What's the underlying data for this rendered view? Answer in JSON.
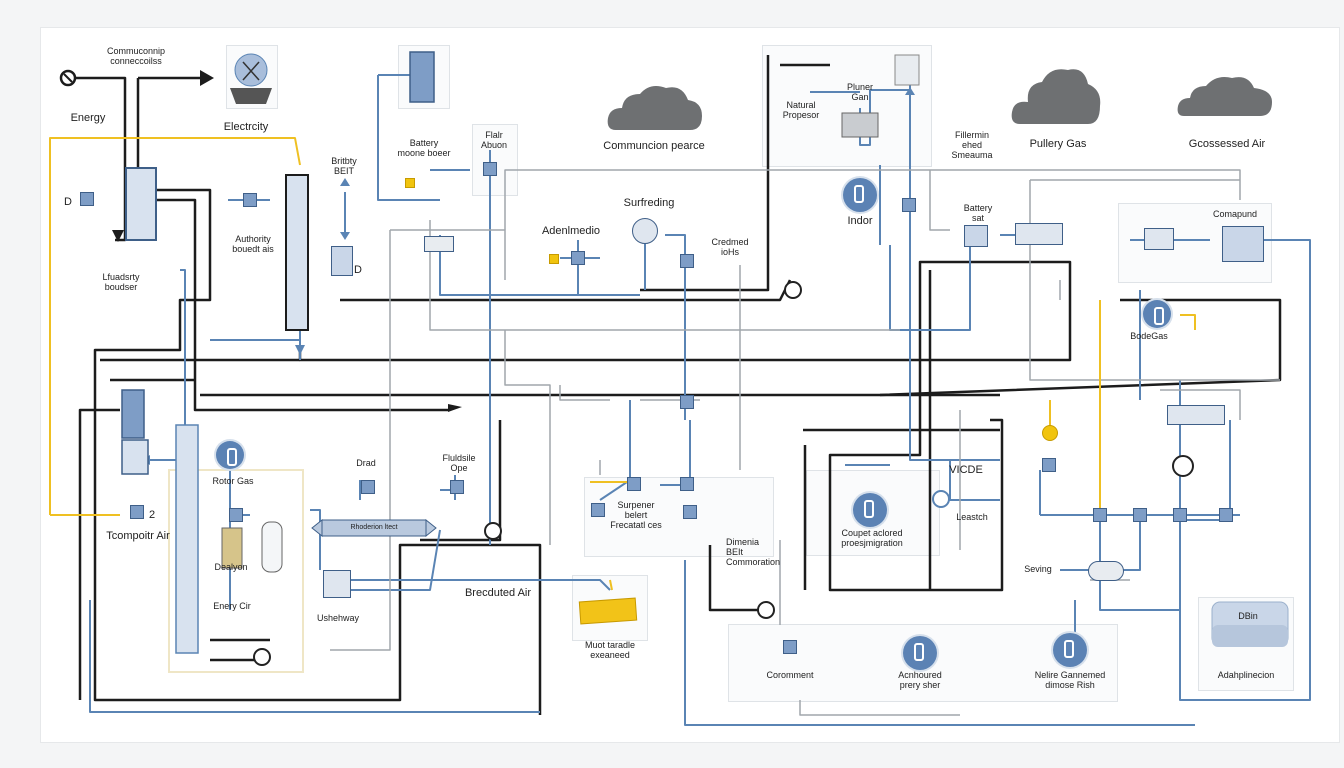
{
  "diagram": {
    "labels": {
      "energy_top": "Commuconnip\nconneccoilss",
      "energy": "Energy",
      "electricity": "Electrcity",
      "battery_left": "D",
      "authority": "Authority\nbouedt ais",
      "gas_holder": "Lfuadsrty\nboudser",
      "birthy": "Britbty\nBEIT",
      "battery_mode": "Battery\nmoone boeer",
      "flair": "Flalr\nAbuon",
      "d_mark": "D",
      "combustion": "Communcion pearce",
      "surfacing": "Surfreding",
      "adenmedio": "Adenlmedio",
      "crammed": "Credmed\nioHs",
      "natural": "Natural\nPropesor",
      "planer": "Pluner\nGan",
      "indoor": "Indor",
      "fillermin": "Fillermin\nehed\nSmeauma",
      "pullery_gas": "Pullery Gas",
      "gossessed_air": "Gcossessed Air",
      "battery_sat": "Battery\nsat",
      "compound": "Comapund",
      "bodegas": "BodeGas",
      "rotor_gas": "Rotor Gas",
      "two_mark": "2",
      "temporaire": "Tcompoitr Air",
      "dealyon": "Dealyon",
      "energy_cir": "Enery Cir",
      "drad": "Drad",
      "fluidsile": "Fluldsile\nOpe",
      "valve_tag": "Rhoderion ltect",
      "shehway": "Ushehway",
      "brecibuted": "Brecduted Air",
      "surpenr": "Surpener\nbelert\nFrecatatl ces",
      "dimension": "Dimenia\nBEIt\nCommoration",
      "most_traded": "Muot taradle\nexeaneed",
      "vicde": "VICDE",
      "coupled": "Coupet aclored\nproesjmigration",
      "leastch": "Leastch",
      "saving": "Seving",
      "commitment": "Coromment",
      "advantaged": "Acnhoured\nprery sher",
      "native": "Nelire Gannemed\ndimose Rish",
      "adaphionlecon": "Adahplinecion",
      "disio": "DBin"
    },
    "colors": {
      "pipe_black": "#1c1c1c",
      "pipe_blue": "#5a84b4",
      "pipe_gray": "#9aa0a6",
      "pipe_yellow": "#efc022",
      "cloud": "#6e7072",
      "node": "#5b82b4"
    },
    "icons": [
      "power-source-icon",
      "lightbulb-icon",
      "battery-icon",
      "cloud-icon",
      "valve-icon",
      "pump-icon",
      "gauge-icon",
      "tank-icon",
      "compressor-icon",
      "heat-exchanger-icon"
    ]
  }
}
